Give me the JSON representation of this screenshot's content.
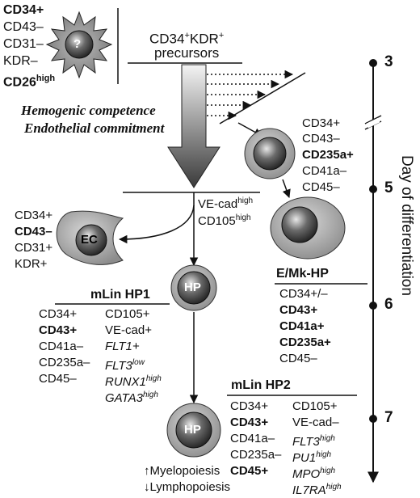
{
  "top_left_cell": {
    "markers": [
      "CD34+",
      "CD43–",
      "CD31–",
      "KDR–",
      "CD26"
    ],
    "cd26_sup": "high",
    "symbol": "?"
  },
  "precursor_label": [
    "CD34",
    "+",
    "KDR",
    "+",
    "precursors"
  ],
  "phase_labels": [
    "Hemogenic competence",
    "Endothelial commitment"
  ],
  "early_cell_markers": [
    "CD34+",
    "CD43–",
    "CD235a+",
    "CD41a–",
    "CD45–"
  ],
  "ve_cad": {
    "name": "VE-cad",
    "sup": "high"
  },
  "cd105": {
    "name": "CD105",
    "sup": "high"
  },
  "ec": {
    "symbol": "EC",
    "markers": [
      "CD34+",
      "CD43–",
      "CD31+",
      "KDR+"
    ]
  },
  "emk": {
    "title": "E/Mk-HP",
    "markers": [
      "CD34+/–",
      "CD43+",
      "CD41a+",
      "CD235a+",
      "CD45–"
    ]
  },
  "hp1": {
    "title": "mLin HP1",
    "symbol": "HP",
    "left_markers": [
      "CD34+",
      "CD43+",
      "CD41a–",
      "CD235a–",
      "CD45–"
    ],
    "right_markers": [
      {
        "text": "CD105+",
        "sup": ""
      },
      {
        "text": "VE-cad+",
        "sup": ""
      },
      {
        "text": "FLT1+",
        "sup": ""
      },
      {
        "text": "FLT3",
        "sup": "low"
      },
      {
        "text": "RUNX1",
        "sup": "high"
      },
      {
        "text": "GATA3",
        "sup": "high"
      }
    ]
  },
  "hp2": {
    "title": "mLin HP2",
    "symbol": "HP",
    "left_markers": [
      "CD34+",
      "CD43+",
      "CD41a–",
      "CD235a–",
      "CD45+"
    ],
    "right_markers": [
      {
        "text": "CD105+",
        "sup": ""
      },
      {
        "text": "VE-cad–",
        "sup": ""
      },
      {
        "text": "FLT3",
        "sup": "high"
      },
      {
        "text": "PU1",
        "sup": "high"
      },
      {
        "text": "MPO",
        "sup": "high"
      },
      {
        "text": "IL7RA",
        "sup": "high"
      }
    ]
  },
  "outcomes": [
    "↑Myelopoiesis",
    "↓Lymphopoiesis"
  ],
  "timeline": {
    "title": "Day of differentiation",
    "days": [
      "3",
      "5",
      "6",
      "7"
    ]
  }
}
